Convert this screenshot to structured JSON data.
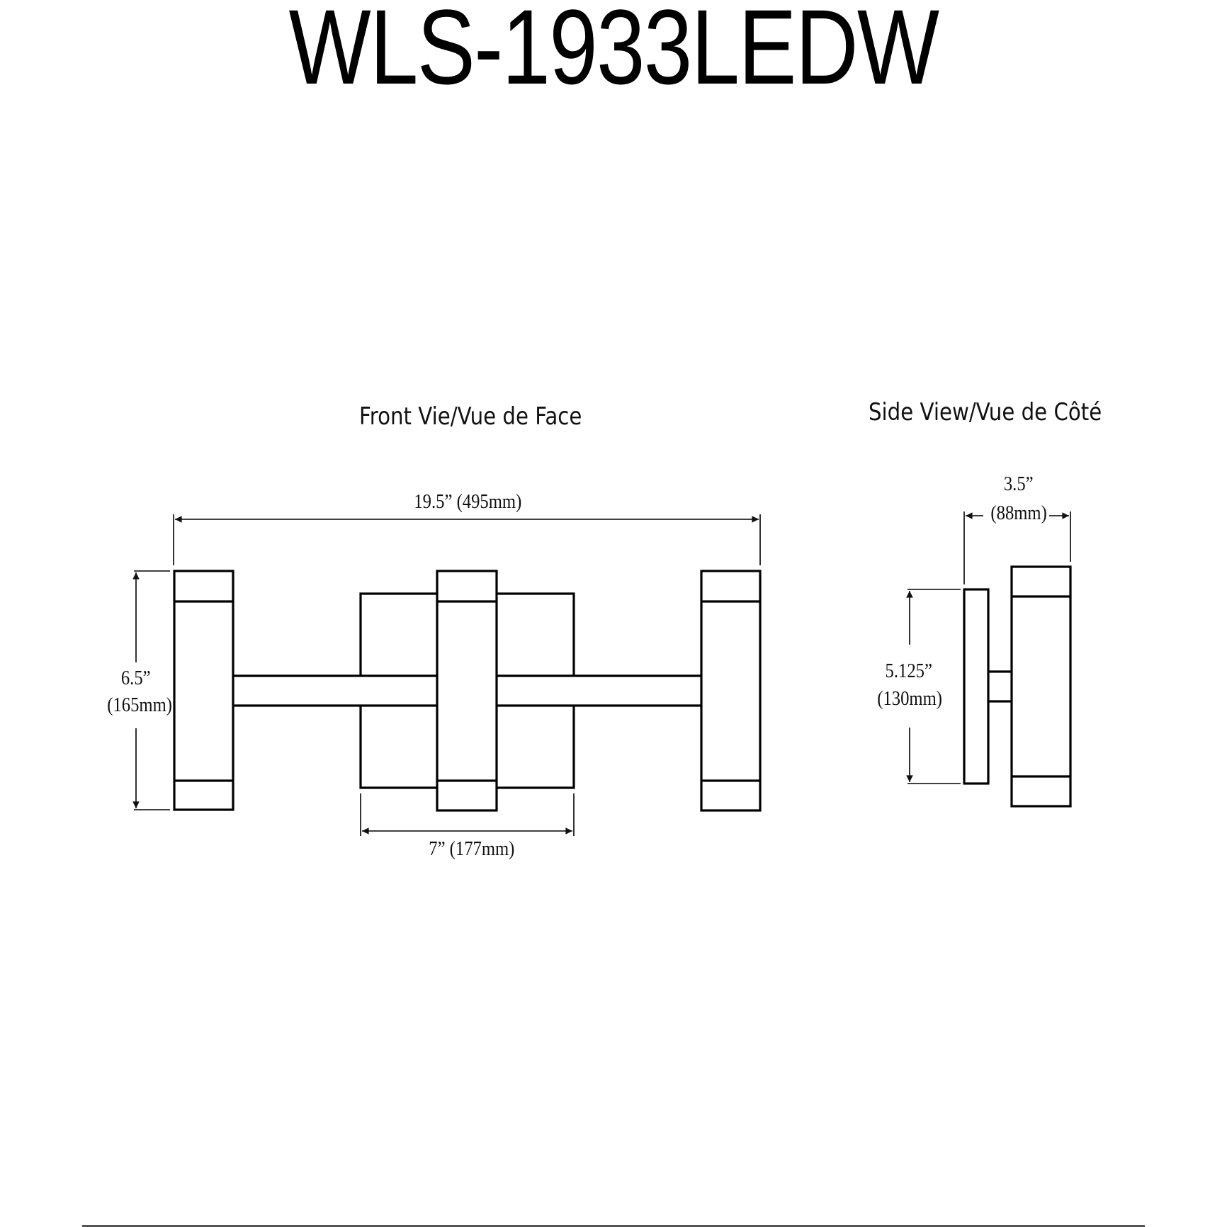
{
  "title": "WLS-1933LEDW",
  "views": {
    "front": {
      "label": "Front Vie/Vue de Face",
      "dimensions": {
        "overall_width": "19.5” (495mm)",
        "height_in": "6.5”",
        "height_mm": "(165mm)",
        "plate_width": "7” (177mm)"
      }
    },
    "side": {
      "label": "Side View/Vue de Côté",
      "dimensions": {
        "depth_in": "3.5”",
        "depth_mm": "(88mm)",
        "plate_height_in": "5.125”",
        "plate_height_mm": "(130mm)"
      }
    }
  },
  "colors": {
    "line": "#000000",
    "background": "#ffffff",
    "rule": "#555555"
  }
}
